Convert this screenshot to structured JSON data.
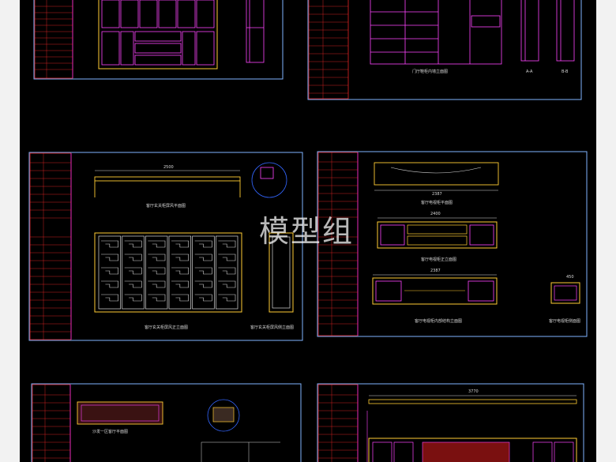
{
  "watermark": "模型组",
  "colors": {
    "background": "#000000",
    "frame": "#7fb4ff",
    "title_block": "#ff2a2a",
    "title_block_alt": "#ff33ff",
    "furniture_outline": "#ff44ff",
    "furniture_detail": "#ffcc33",
    "dimension": "#d8d8d8",
    "annotation": "#ffff33",
    "page_margin": "#f2f2f2"
  },
  "sheets": [
    {
      "id": "sheet-1",
      "captions": {
        "elevation": "门厅鞋柜内墙立面图",
        "section_a": "A-A",
        "section_b": "B-B"
      }
    },
    {
      "id": "sheet-2",
      "captions": {
        "plan": "客厅玄关柜屏风平面图",
        "elevation": "客厅玄关柜屏风正立面图",
        "side": "客厅玄关柜屏风侧立面图"
      },
      "dimensions": {
        "overall_width": "2500"
      }
    },
    {
      "id": "sheet-3",
      "captions": {
        "plan": "客厅电视柜平面图",
        "front": "客厅电视柜正立面图",
        "inner": "客厅电视柜内部结构立面图",
        "side": "客厅电视柜侧面图"
      },
      "dimensions": {
        "width_top": "2387",
        "width_mid": "2400",
        "width_low": "2387",
        "depth": "450"
      }
    },
    {
      "id": "sheet-4",
      "captions": {
        "plan": "沙发一区客厅平面图"
      }
    },
    {
      "id": "sheet-5",
      "dimensions": {
        "overall_width": "3770"
      }
    }
  ]
}
